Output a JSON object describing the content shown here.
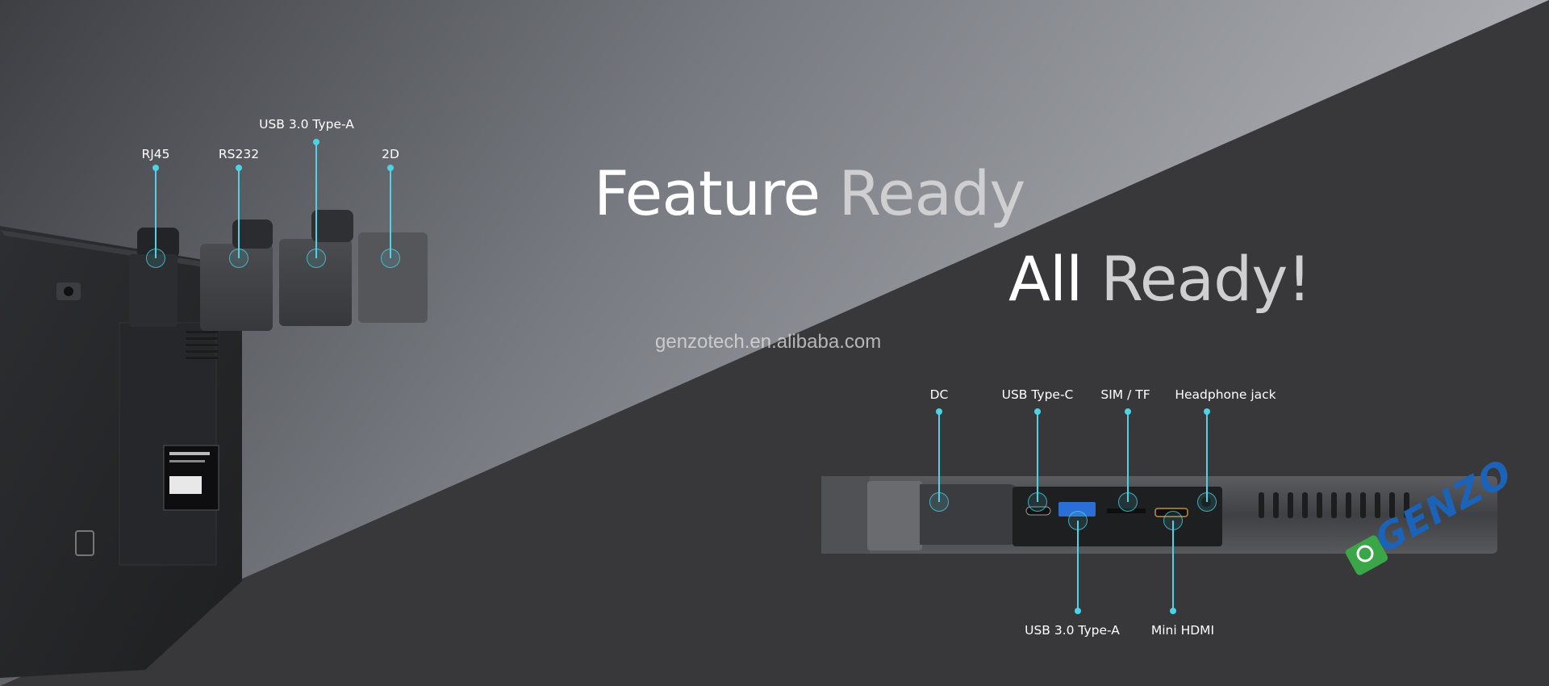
{
  "headline": {
    "line1_part1": "Feature",
    "line1_part2": "Ready",
    "line2_part1": "All",
    "line2_part2": "Ready!"
  },
  "watermark": "genzotech.en.alibaba.com",
  "brand_logo_text": "GENZO",
  "top_callouts": [
    {
      "label": "RJ45"
    },
    {
      "label": "RS232"
    },
    {
      "label": "USB 3.0 Type-A"
    },
    {
      "label": "2D"
    }
  ],
  "bottom_top_callouts": [
    {
      "label": "DC"
    },
    {
      "label": "USB Type-C"
    },
    {
      "label": "SIM / TF"
    },
    {
      "label": "Headphone jack"
    }
  ],
  "bottom_under_callouts": [
    {
      "label": "USB 3.0 Type-A"
    },
    {
      "label": "Mini HDMI"
    }
  ],
  "colors": {
    "callout_accent": "#4fd2e6",
    "brand_blue": "#1b63b8",
    "brand_green": "#3aa648"
  }
}
